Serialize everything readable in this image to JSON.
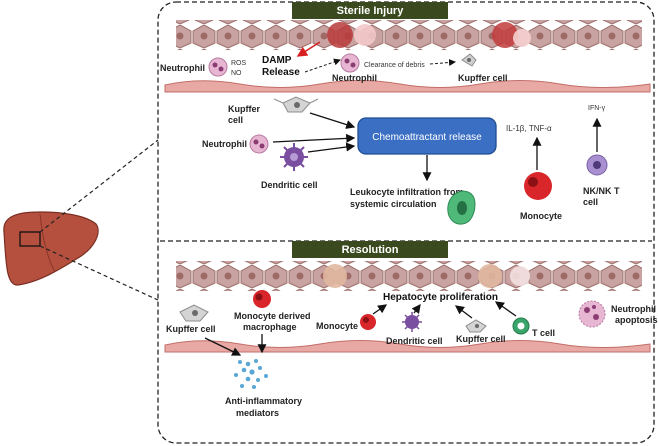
{
  "banners": {
    "top": "Sterile Injury",
    "bottom": "Resolution"
  },
  "labels": {
    "neutrophil_left": "Neutrophil",
    "ros": "ROS",
    "no": "NO",
    "damp": "DAMP",
    "release": "Release",
    "neutrophil_mid": "Neutrophil",
    "clearance": "Clearance of debris",
    "kupffer_top": "Kupffer cell",
    "kupffer_l1": "Kupffer",
    "kupffer_l2": "cell",
    "neutrophil_2": "Neutrophil",
    "dendritic": "Dendritic cell",
    "chemo": "Chemoattractant release",
    "il": "IL-1β, TNF-α",
    "ifn": "IFN-γ",
    "leuko_l1": "Leukocyte infiltration from",
    "leuko_l2": "systemic circulation",
    "monocyte": "Monocyte",
    "nk_l1": "NK/NK T",
    "nk_l2": "cell",
    "kupffer_res": "Kupffer cell",
    "mdm_l1": "Monocyte derived",
    "mdm_l2": "macrophage",
    "monocyte_res": "Monocyte",
    "hep_prolif": "Hepatocyte proliferation",
    "dendritic_res": "Dendritic cell",
    "kupffer_res2": "Kupffer cell",
    "tcell": "T cell",
    "neutro_apop_l1": "Neutrophil",
    "neutro_apop_l2": "apoptosis",
    "anti_l1": "Anti-inflammatory",
    "anti_l2": "mediators"
  },
  "colors": {
    "banner": "#3a4a1e",
    "hepatocyte": "#c9a3a1",
    "vessel": "#e8a9a5",
    "box": "#3b6fc4",
    "liver": "#b5503f",
    "monocyte": "#d9262b",
    "kupffer": "#c9c9c9",
    "dendritic": "#7a4ea0",
    "tcell": "#3aa56a",
    "nk": "#a88fcf",
    "neutrophil": "#e7b6d2"
  }
}
